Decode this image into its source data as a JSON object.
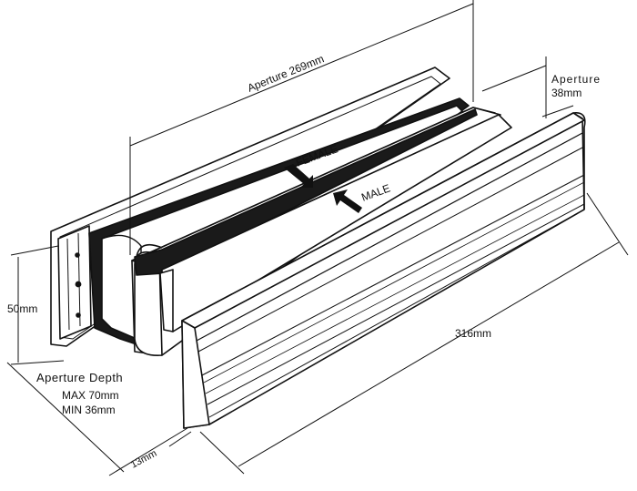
{
  "labels": {
    "aperture_width": "Aperture 269mm",
    "aperture_height_1": "Aperture",
    "aperture_height_2": "38mm",
    "female": "FEMALE",
    "male": "MALE",
    "height": "50mm",
    "length": "316mm",
    "depth_title": "Aperture Depth",
    "depth_max": "MAX 70mm",
    "depth_min": "MIN 36mm",
    "flange": "13mm"
  },
  "colors": {
    "ink": "#111111",
    "paper": "#ffffff",
    "fill_dark": "#1a1a1a"
  }
}
